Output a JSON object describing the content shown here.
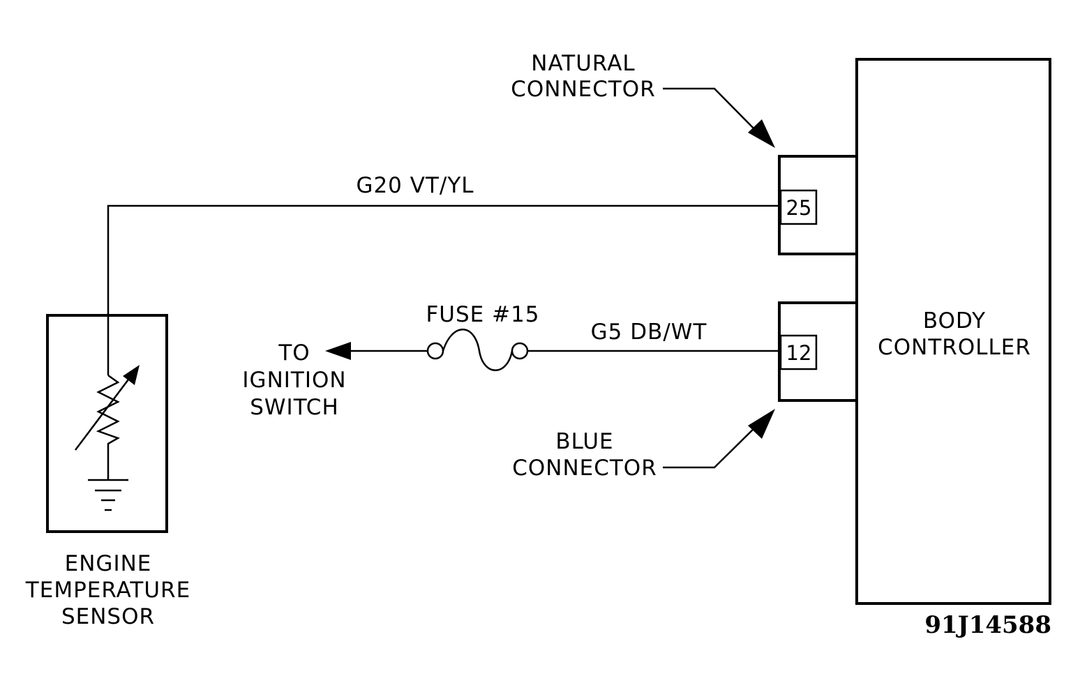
{
  "labels": {
    "natural_connector": [
      "NATURAL",
      "CONNECTOR"
    ],
    "blue_connector": [
      "BLUE",
      "CONNECTOR"
    ],
    "body_controller": [
      "BODY",
      "CONTROLLER"
    ],
    "engine_temp_sensor": [
      "ENGINE",
      "TEMPERATURE",
      "SENSOR"
    ],
    "to_ignition_switch": [
      "TO",
      "IGNITION",
      "SWITCH"
    ],
    "fuse": "FUSE  #15",
    "wire_top": "G20  VT/YL",
    "wire_bottom": "G5  DB/WT",
    "pin_top": "25",
    "pin_bottom": "12",
    "figure_id": "91J14588"
  }
}
